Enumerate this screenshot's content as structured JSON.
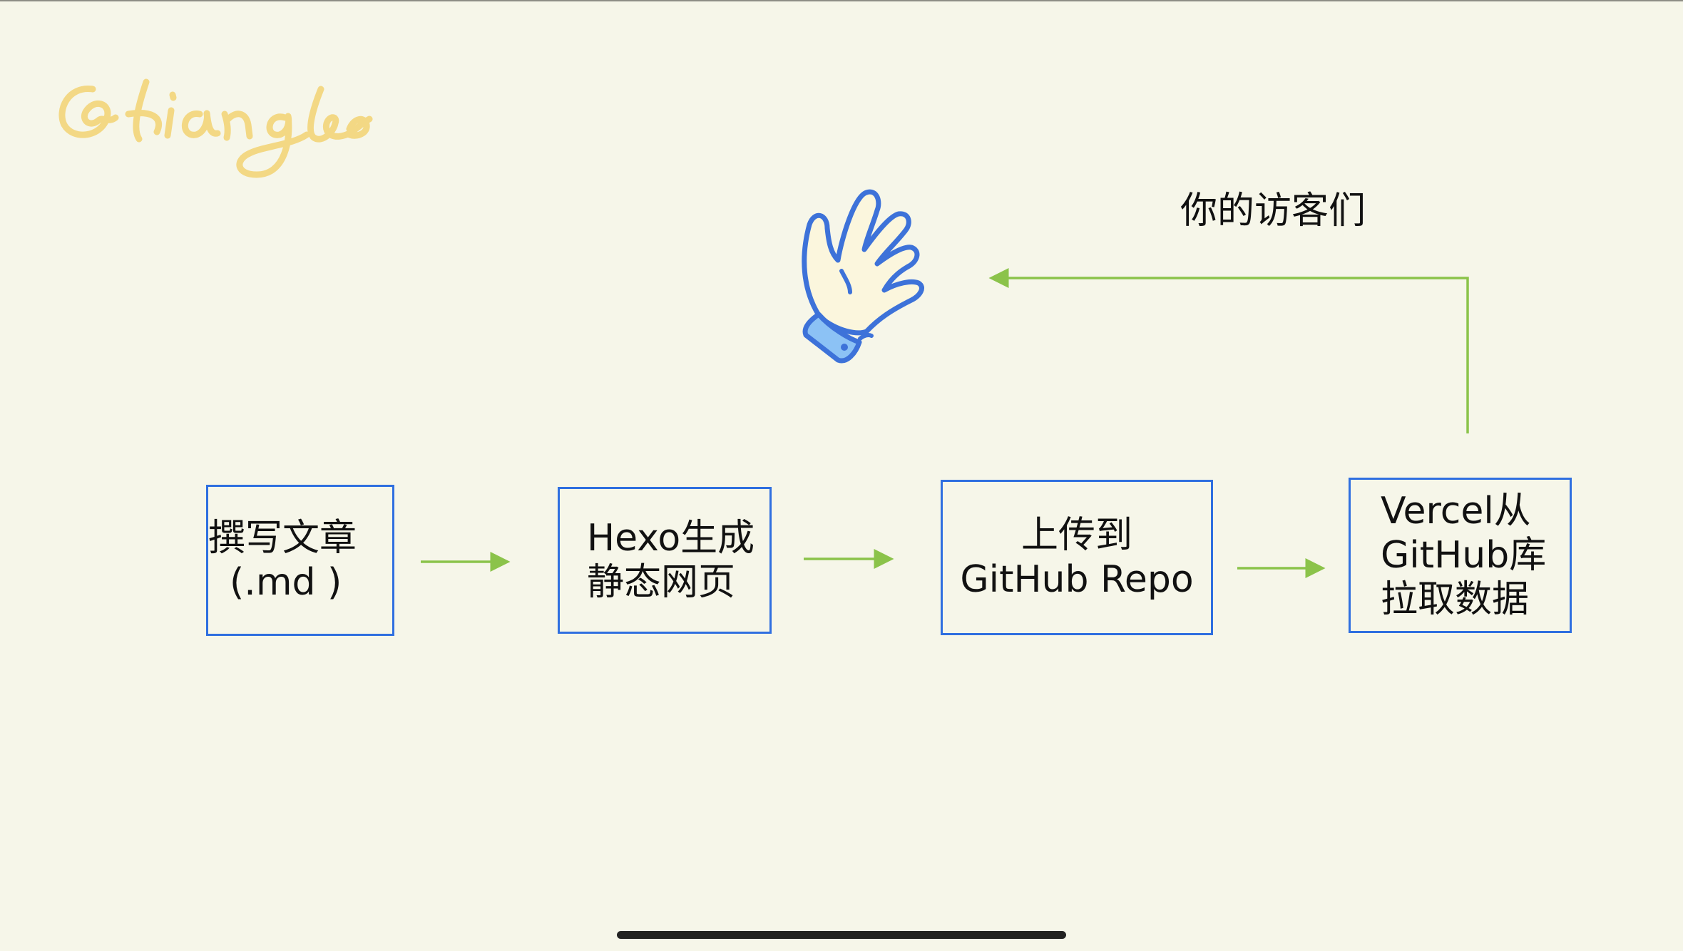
{
  "watermark": {
    "text": "@liangge",
    "color": "#f3d57a"
  },
  "visitors_label": "你的访客们",
  "steps": [
    {
      "lines": [
        "撰写文章",
        "(.md )"
      ]
    },
    {
      "lines": [
        "Hexo生成",
        "静态网页"
      ]
    },
    {
      "lines": [
        "上传到",
        "GitHub Repo"
      ]
    },
    {
      "lines": [
        "Vercel从",
        "GitHub库",
        "拉取数据"
      ]
    }
  ],
  "icons": {
    "hand": "waving-hand-icon"
  },
  "colors": {
    "box_border": "#2f6fe0",
    "arrow": "#8bc34a",
    "background": "#f6f6e9"
  }
}
